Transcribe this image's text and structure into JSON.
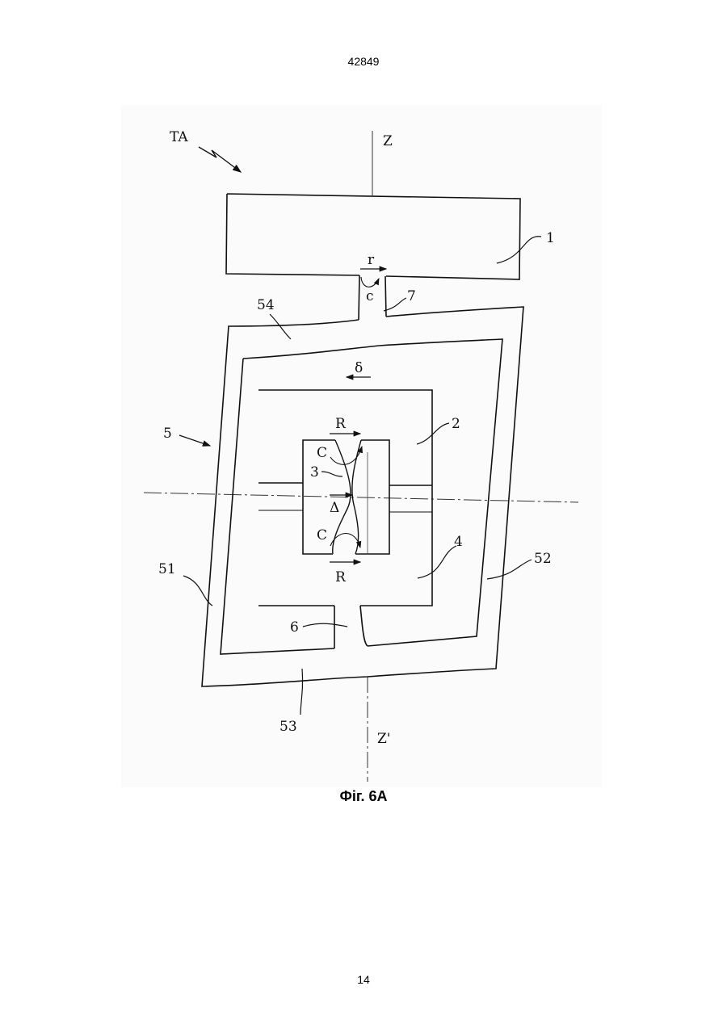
{
  "page": {
    "header_number": "42849",
    "caption": "Фіг. 6А",
    "page_number": "14"
  },
  "labels": {
    "ta": "TA",
    "z_top": "Z",
    "z_bottom": "Z'",
    "n1": "1",
    "r_small": "r",
    "c_small": "c",
    "n7": "7",
    "n54": "54",
    "delta_small": "δ",
    "n2": "2",
    "n5": "5",
    "R_top": "R",
    "C_top": "C",
    "n3": "3",
    "Delta": "Δ",
    "C_bottom": "C",
    "R_bottom": "R",
    "n4": "4",
    "n52": "52",
    "n51": "51",
    "n6": "6",
    "n53": "53"
  }
}
